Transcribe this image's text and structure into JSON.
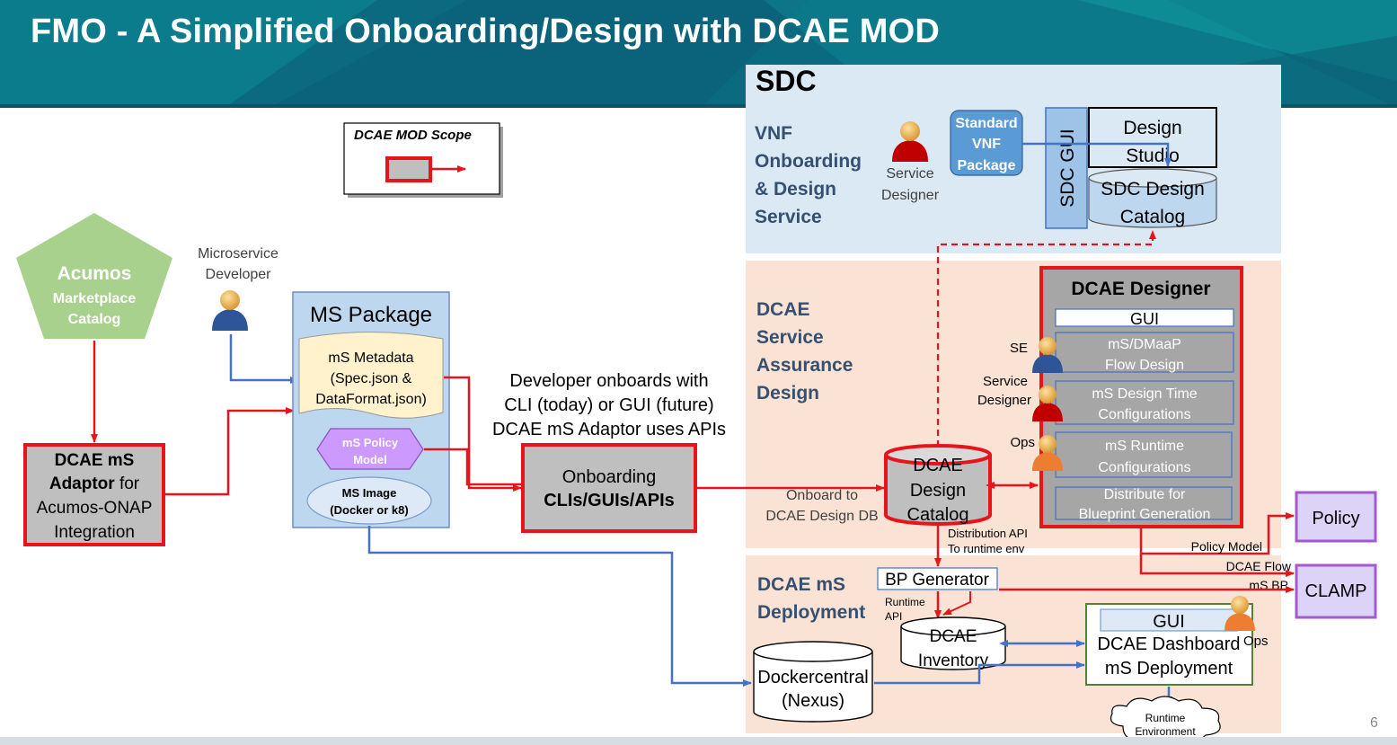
{
  "title": "FMO - A Simplified Onboarding/Design with DCAE MOD",
  "page_number": "6",
  "legend": {
    "title": "DCAE MOD Scope"
  },
  "acumos": {
    "line1": "Acumos",
    "line2": "Marketplace",
    "line3": "Catalog"
  },
  "adaptor": {
    "line1": "DCAE mS",
    "line2a": "Adaptor",
    "line2b": " for",
    "line3": "Acumos-ONAP",
    "line4": "Integration"
  },
  "ms_dev": {
    "line1": "Microservice",
    "line2": "Developer"
  },
  "ms_package": {
    "title": "MS Package",
    "metadata": {
      "line1": "mS Metadata",
      "line2": "(Spec.json &",
      "line3": "DataFormat.json)"
    },
    "policy": {
      "line1": "mS Policy",
      "line2": "Model"
    },
    "image": {
      "line1": "MS Image",
      "line2": "(Docker or k8)"
    }
  },
  "onboard_note": {
    "line1": "Developer onboards with",
    "line2": "CLI (today) or GUI (future)",
    "line3": "DCAE mS Adaptor uses APIs"
  },
  "onboarding": {
    "line1": "Onboarding",
    "line2": "CLIs/GUIs/APIs"
  },
  "sdc": {
    "title": "SDC",
    "heading": {
      "line1": "VNF",
      "line2": "Onboarding",
      "line3": "& Design",
      "line4": "Service"
    },
    "designer": {
      "line1": "Service",
      "line2": "Designer"
    },
    "package": {
      "line1": "Standard",
      "line2": "VNF",
      "line3": "Package"
    },
    "gui": "SDC GUI",
    "studio": {
      "line1": "Design",
      "line2": "Studio"
    },
    "catalog": {
      "line1": "SDC Design",
      "line2": "Catalog"
    }
  },
  "assurance": {
    "heading": {
      "line1": "DCAE",
      "line2": "Service",
      "line3": "Assurance",
      "line4": "Design"
    },
    "onboard_label": {
      "line1": "Onboard to",
      "line2": "DCAE Design DB"
    },
    "catalog": {
      "line1": "DCAE",
      "line2": "Design",
      "line3": "Catalog"
    },
    "dist_label": {
      "line1": "Distribution API",
      "line2": "To runtime env"
    }
  },
  "designer": {
    "title": "DCAE Designer",
    "gui": "GUI",
    "flow": {
      "line1": "mS/DMaaP",
      "line2": "Flow Design"
    },
    "design_time": {
      "line1": "mS Design Time",
      "line2": "Configurations"
    },
    "runtime": {
      "line1": "mS Runtime",
      "line2": "Configurations"
    },
    "distribute": {
      "line1": "Distribute for",
      "line2": "Blueprint Generation"
    },
    "se": "SE",
    "sd": {
      "line1": "Service",
      "line2": "Designer"
    },
    "ops": "Ops"
  },
  "deployment": {
    "heading": {
      "line1": "DCAE mS",
      "line2": "Deployment"
    },
    "bp": "BP Generator",
    "runtime_api": {
      "line1": "Runtime",
      "line2": "API"
    },
    "inventory": {
      "line1": "DCAE",
      "line2": "Inventory"
    },
    "dashboard": {
      "gui": "GUI",
      "line1": "DCAE Dashboard",
      "line2": "mS Deployment"
    },
    "ops": "Ops",
    "docker": {
      "line1": "Dockercentral",
      "line2": "(Nexus)"
    },
    "cloud": {
      "line1": "Runtime",
      "line2": "Environment"
    }
  },
  "policy": "Policy",
  "clamp": "CLAMP",
  "labels": {
    "policy_model": "Policy Model",
    "dcae_flow": "DCAE Flow",
    "ms_bp": "mS BP"
  },
  "colors": {
    "red": "#e8141b",
    "blue": "#4472c4",
    "purple": "#a35ad1",
    "sdc_bg": "#dbe9f5",
    "dcae_bg": "#fae3d5",
    "accent": "#0e7a8c"
  }
}
